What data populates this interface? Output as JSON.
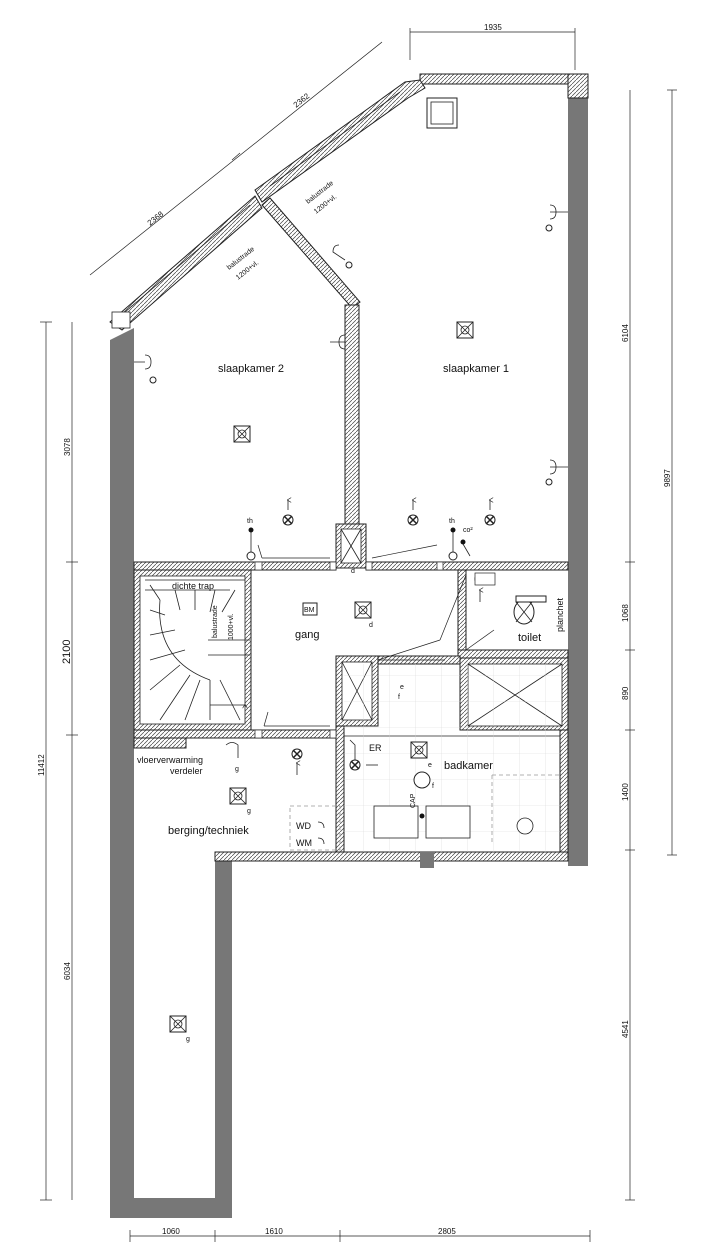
{
  "rooms": {
    "slaapkamer2": "slaapkamer 2",
    "slaapkamer1": "slaapkamer 1",
    "gang": "gang",
    "toilet": "toilet",
    "badkamer": "badkamer",
    "berging": "berging/techniek"
  },
  "labels": {
    "dichte_trap": "dichte trap",
    "trap_balustrade_1": "balustrade",
    "trap_balustrade_2": "1000+vl.",
    "balustrade_left_1": "balustrade",
    "balustrade_left_2": "1200+vl.",
    "balustrade_right_1": "balustrade",
    "balustrade_right_2": "1200+vl.",
    "vloerverwarming_1": "vloerverwarming",
    "vloerverwarming_2": "verdeler",
    "planchet": "planchet",
    "bm": "BM",
    "er": "ER",
    "wd": "WD",
    "wm": "WM",
    "th_1": "th",
    "th_2": "th",
    "co2": "co²",
    "cap": "CAP",
    "d_1": "d",
    "d_2": "d",
    "e_1": "e",
    "f_1": "f",
    "e_2": "e",
    "f_2": "f",
    "g_1": "g",
    "g_2": "g",
    "g_3": "g"
  },
  "dimensions": {
    "top": "1935",
    "roof_upper": "2362",
    "roof_lower": "2368",
    "left_3078": "3078",
    "left_2100": "2100",
    "left_6034": "6034",
    "left_total": "11412",
    "right_6104": "6104",
    "right_1068": "1068",
    "right_890": "890",
    "right_1400": "1400",
    "right_4541": "4541",
    "right_total": "9897",
    "bottom_1060": "1060",
    "bottom_1610": "1610",
    "bottom_2805": "2805"
  }
}
